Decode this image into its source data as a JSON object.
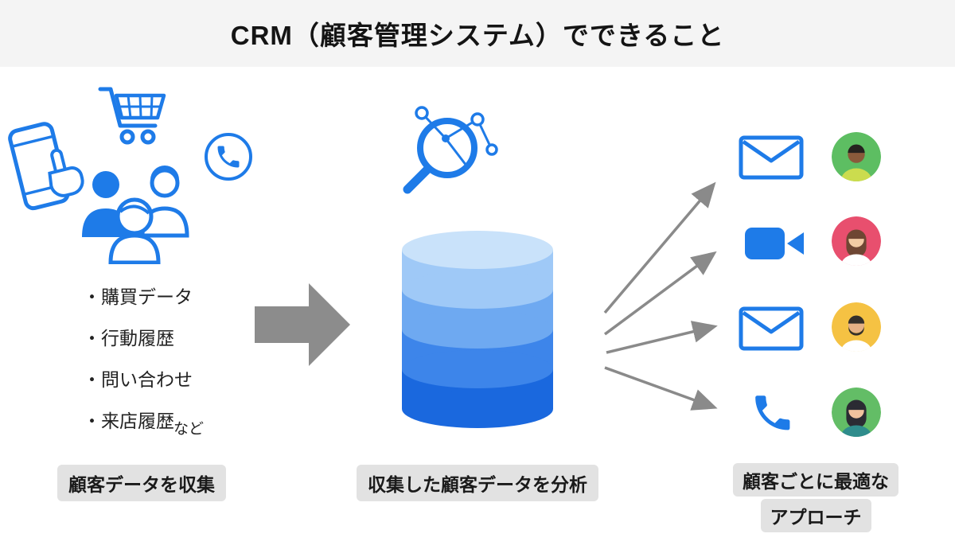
{
  "title": "CRM（顧客管理システム）でできること",
  "left": {
    "icons": [
      "smartphone-tap-icon",
      "shopping-cart-icon",
      "customers-group-icon",
      "phone-circle-icon"
    ],
    "items": [
      "・購買データ",
      "・行動履歴",
      "・問い合わせ",
      "・来店履歴"
    ],
    "etc": "など",
    "label": "顧客データを収集"
  },
  "center": {
    "icons": [
      "magnifier-network-icon",
      "database-cylinder-icon"
    ],
    "label": "収集した顧客データを分析"
  },
  "right": {
    "label_line1": "顧客ごとに最適な",
    "label_line2": "アプローチ",
    "channels": [
      {
        "icon": "email-envelope-icon",
        "avatar_bg": "#5DBE62"
      },
      {
        "icon": "video-call-icon",
        "avatar_bg": "#E84F6E"
      },
      {
        "icon": "email-envelope-icon",
        "avatar_bg": "#F5C243"
      },
      {
        "icon": "phone-call-icon",
        "avatar_bg": "#63BD66"
      }
    ]
  },
  "colors": {
    "accent_blue": "#1E7BE8",
    "arrow_gray": "#8A8A8A",
    "big_arrow_gray": "#8C8C8C",
    "label_bg": "#E2E2E2",
    "title_bg": "#F4F4F4",
    "db_top": "#C9E2FA",
    "db_band1": "#9FC9F7",
    "db_band2": "#6EA9F1",
    "db_band3": "#3D85EA",
    "db_band4": "#1A68DE"
  }
}
